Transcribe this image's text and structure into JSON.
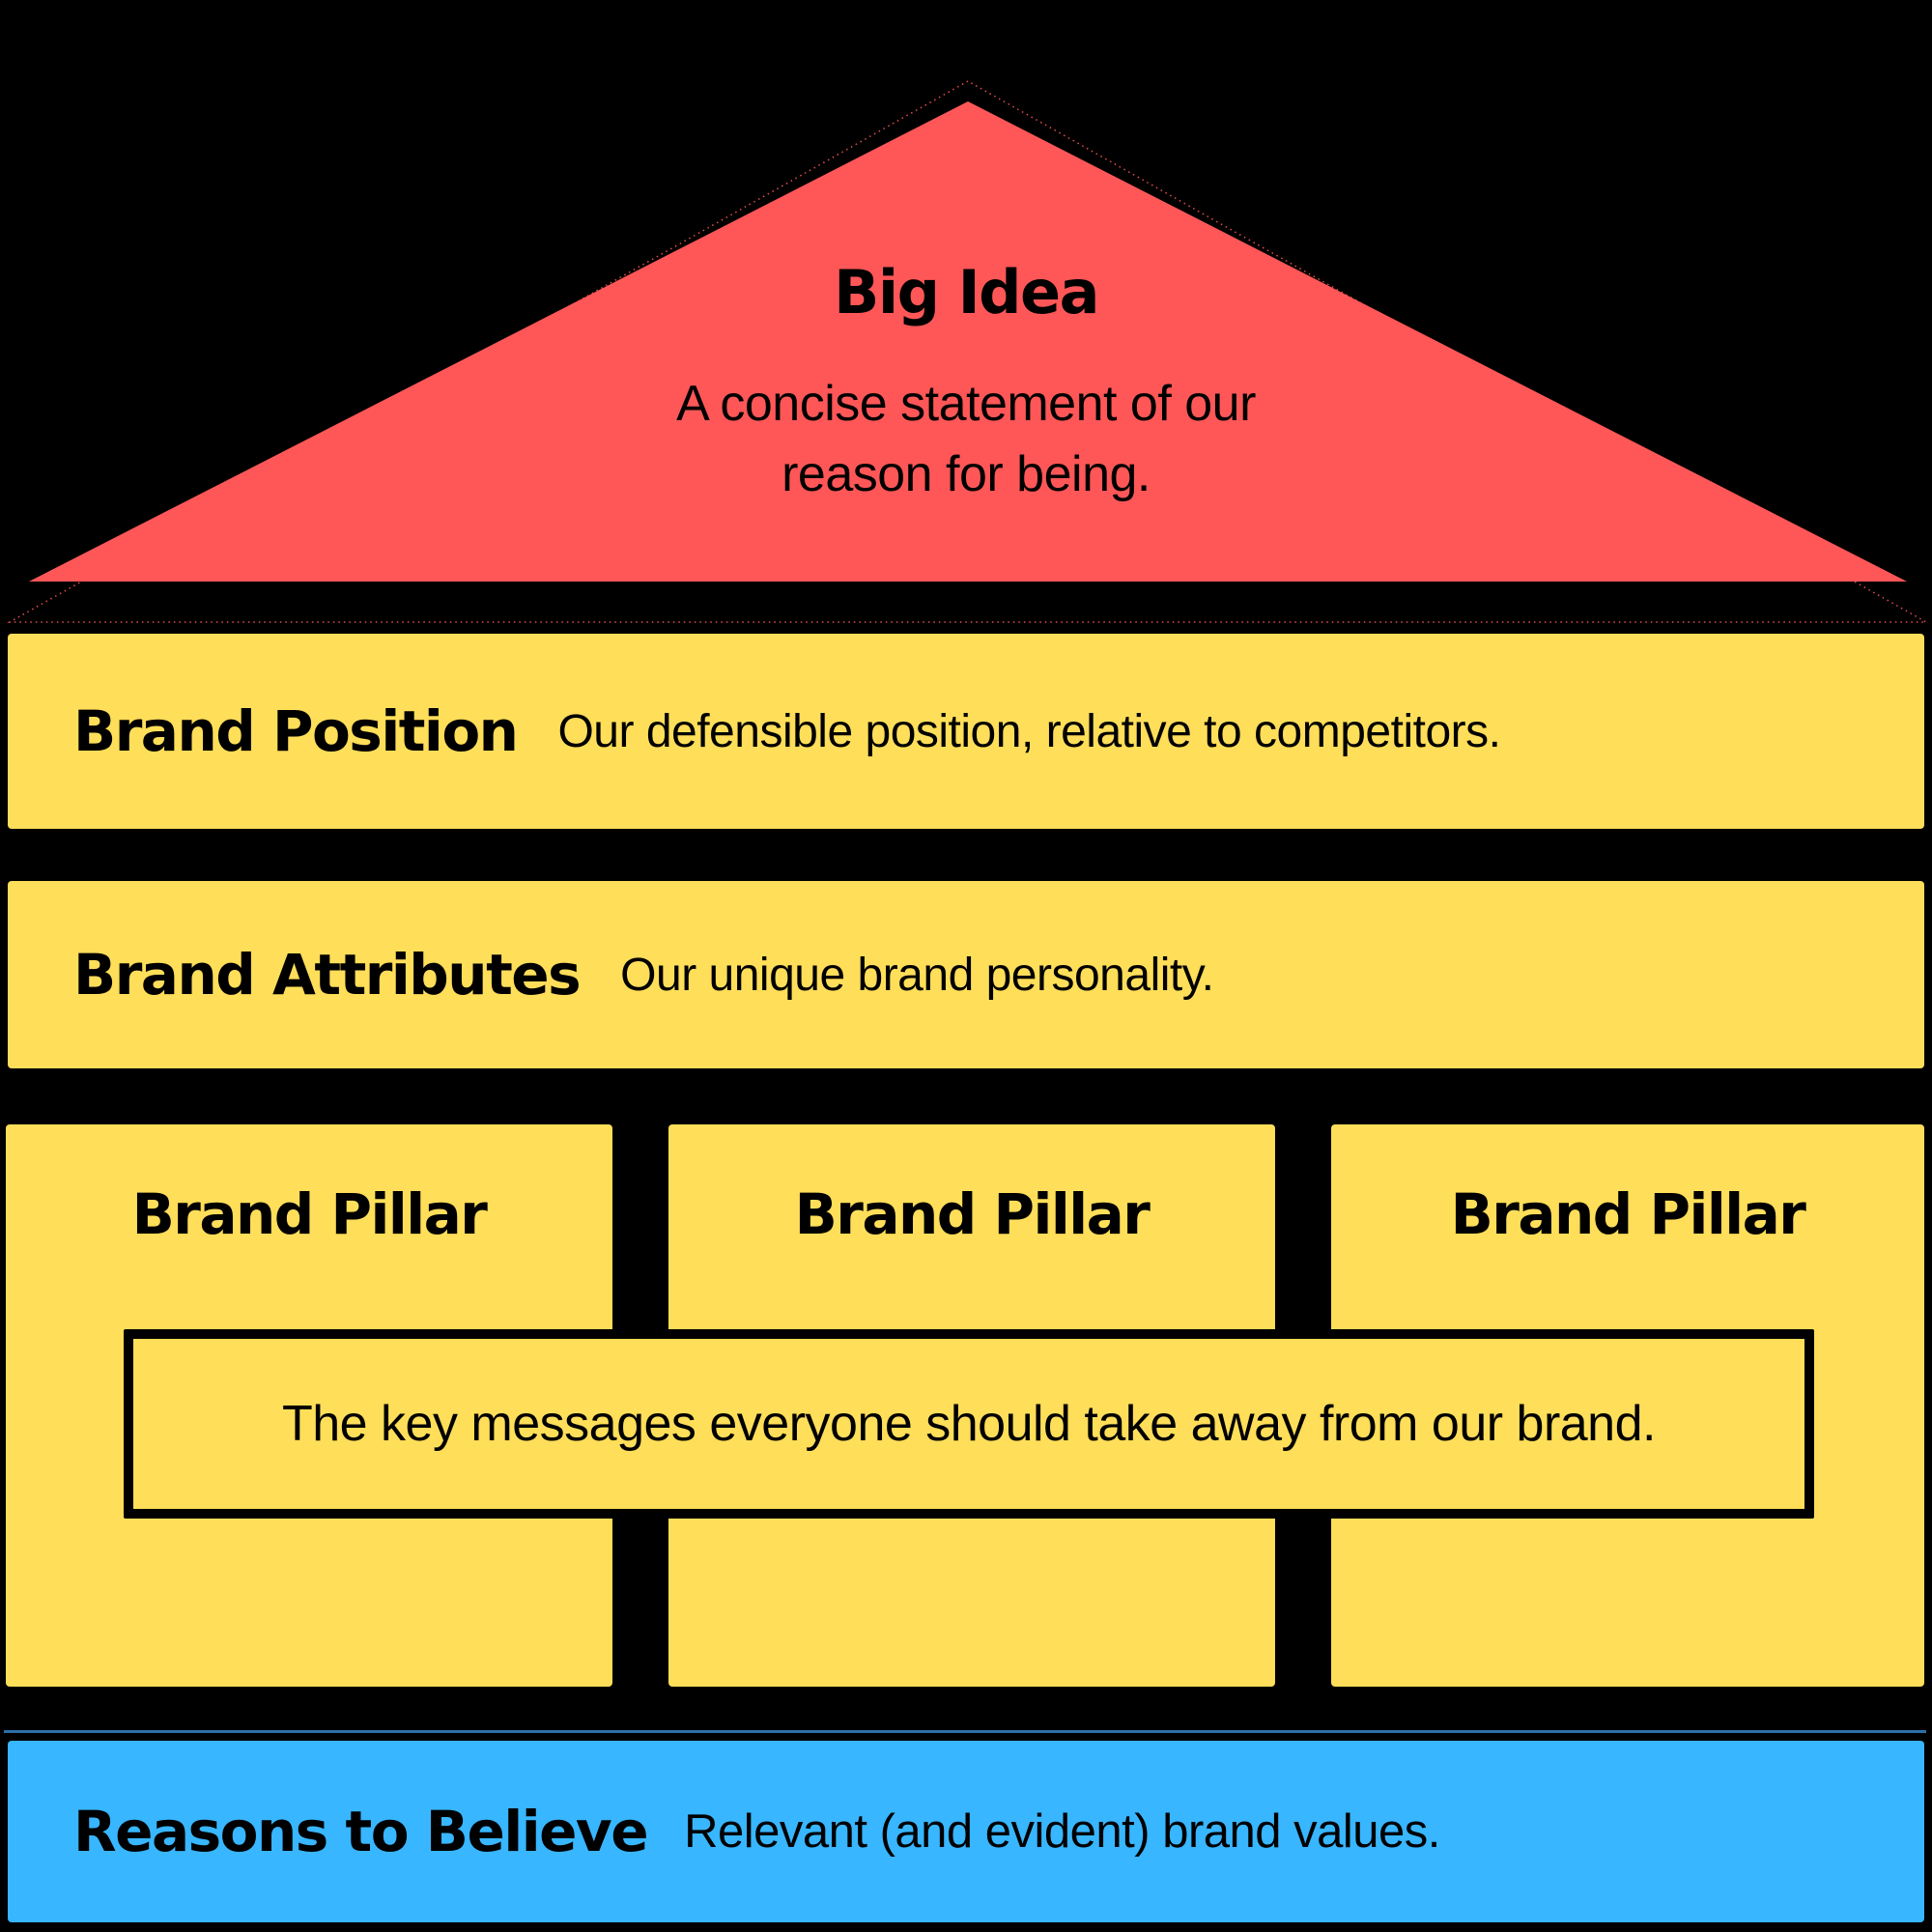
{
  "colors": {
    "background": "#000000",
    "roof_red": "#FF5757",
    "bar_yellow": "#FFDE59",
    "base_blue": "#38B6FF",
    "text_black": "#000000"
  },
  "roof": {
    "title": "Big Idea",
    "description_line1": "A concise statement of our",
    "description_line2": "reason for being."
  },
  "brand_position": {
    "label": "Brand Position",
    "description": "Our defensible position, relative to competitors."
  },
  "brand_attributes": {
    "label": "Brand Attributes",
    "description": "Our unique brand personality."
  },
  "pillars": [
    {
      "label": "Brand Pillar"
    },
    {
      "label": "Brand Pillar"
    },
    {
      "label": "Brand Pillar"
    }
  ],
  "key_messages": {
    "description": "The key messages everyone should take away from our brand."
  },
  "reasons_to_believe": {
    "label": "Reasons to Believe",
    "description": "Relevant (and evident) brand values."
  }
}
